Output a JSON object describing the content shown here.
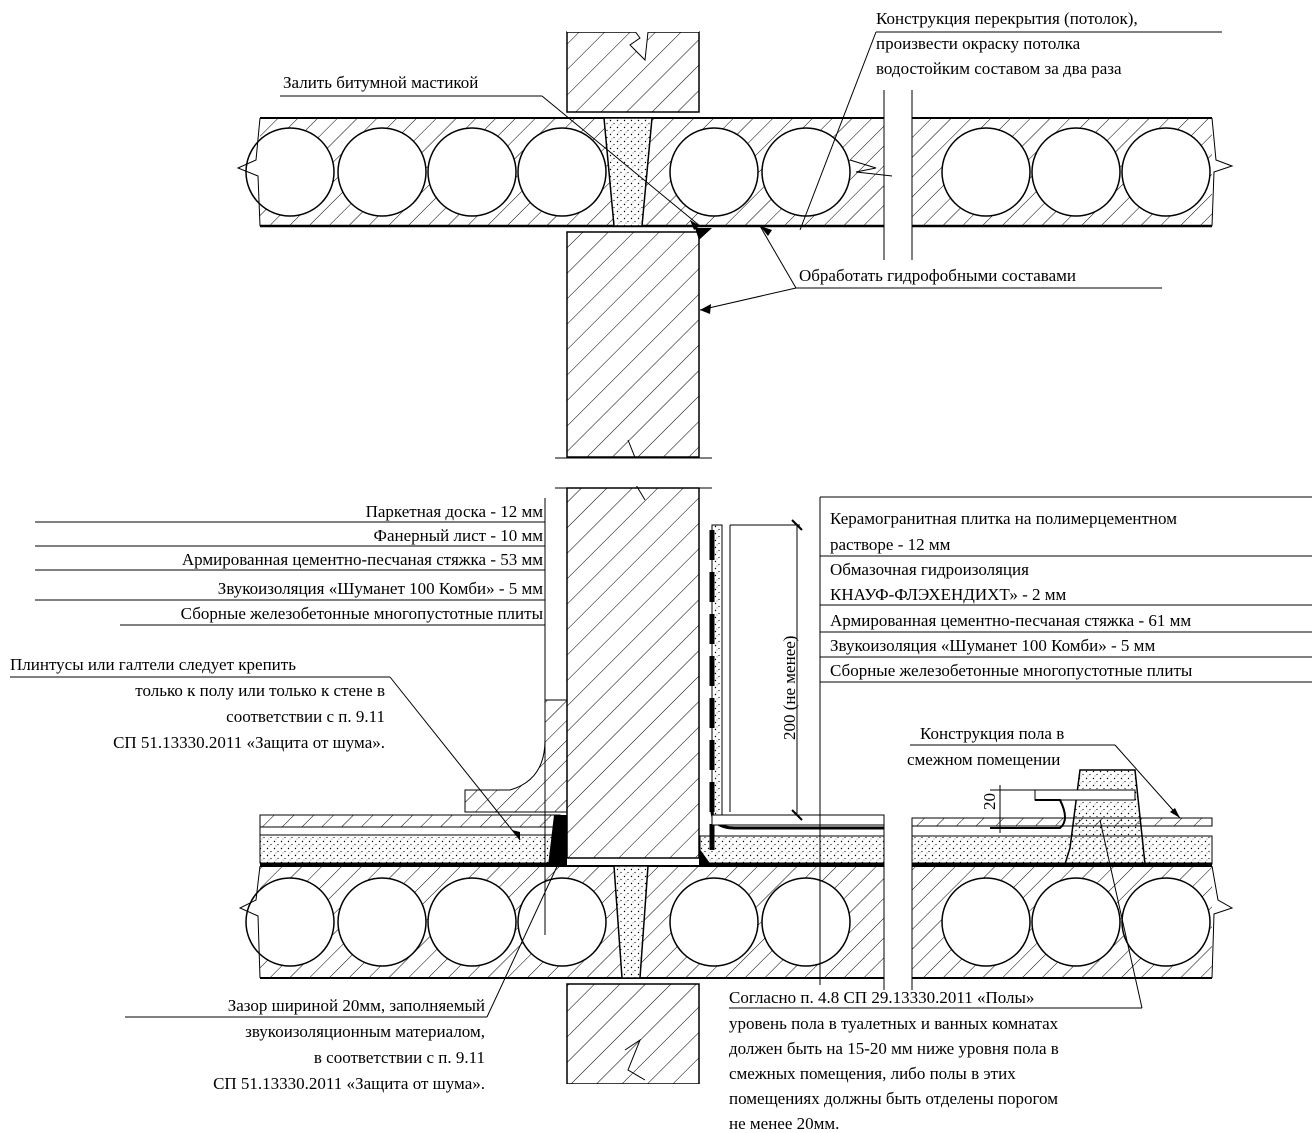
{
  "labels": {
    "ceiling_1": "Конструкция перекрытия (потолок),",
    "ceiling_2": "произвести окраску потолка",
    "ceiling_3": "водостойким составом за два раза",
    "bitumen": "Залить битумной мастикой",
    "hydrophobic": "Обработать гидрофобными составами",
    "left_layers": [
      "Паркетная доска - 12 мм",
      "Фанерный лист - 10 мм",
      "Армированная цементно-песчаная стяжка - 53 мм",
      "Звукоизоляция «Шуманет 100 Комби» - 5 мм",
      "Сборные железобетонные многопустотные плиты"
    ],
    "right_layers": [
      "Керамогранитная плитка на полимерцементном",
      "растворе - 12 мм",
      "Обмазочная гидроизоляция",
      "КНАУФ-ФЛЭХЕНДИХТ» - 2 мм",
      "Армированная цементно-песчаная стяжка - 61 мм",
      "Звукоизоляция «Шуманет 100 Комби» - 5 мм",
      "Сборные железобетонные многопустотные плиты"
    ],
    "plinth": [
      "Плинтусы или галтели следует крепить",
      "только к полу или только к стене в",
      "соответствии с п. 9.11",
      "СП 51.13330.2011 «Защита от шума»."
    ],
    "adjacent_floor": [
      "Конструкция пола в",
      "смежном помещении"
    ],
    "dim_200": "200 (не менее)",
    "dim_20": "20",
    "gap": [
      "Зазор шириной 20мм, заполняемый",
      "звукоизоляционным материалом,",
      "в соответствии с п. 9.11",
      "СП 51.13330.2011 «Защита от шума»."
    ],
    "floors_note": [
      "Согласно п. 4.8 СП 29.13330.2011 «Полы»",
      "уровень пола в туалетных и ванных комнатах",
      "должен быть на 15-20 мм ниже уровня пола в",
      "смежных помещения,  либо полы в этих",
      "помещениях должны быть отделены порогом",
      "не менее 20мм."
    ]
  }
}
